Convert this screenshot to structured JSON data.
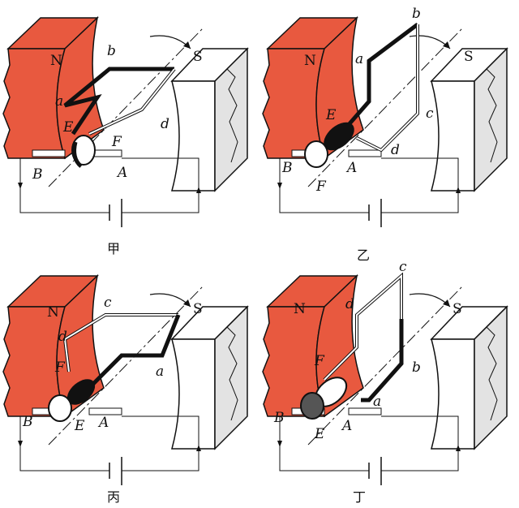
{
  "panels": [
    {
      "caption": "甲",
      "labels": {
        "N": "N",
        "S": "S",
        "a": "a",
        "b": "b",
        "d": "d",
        "E": "E",
        "F": "F",
        "B": "B",
        "A": "A"
      }
    },
    {
      "caption": "乙",
      "labels": {
        "N": "N",
        "S": "S",
        "a": "a",
        "b": "b",
        "c": "c",
        "d": "d",
        "E": "E",
        "F": "F",
        "B": "B",
        "A": "A"
      }
    },
    {
      "caption": "丙",
      "labels": {
        "N": "N",
        "S": "S",
        "a": "a",
        "c": "c",
        "d": "d",
        "E": "E",
        "F": "F",
        "B": "B",
        "A": "A"
      }
    },
    {
      "caption": "丁",
      "labels": {
        "N": "N",
        "S": "S",
        "a": "a",
        "b": "b",
        "c": "c",
        "d": "d",
        "E": "E",
        "F": "F",
        "B": "B",
        "A": "A"
      }
    }
  ],
  "colors": {
    "magnet_n": "#e8593f",
    "magnet_s_side": "#e3e3e3",
    "wire": "#111111"
  }
}
